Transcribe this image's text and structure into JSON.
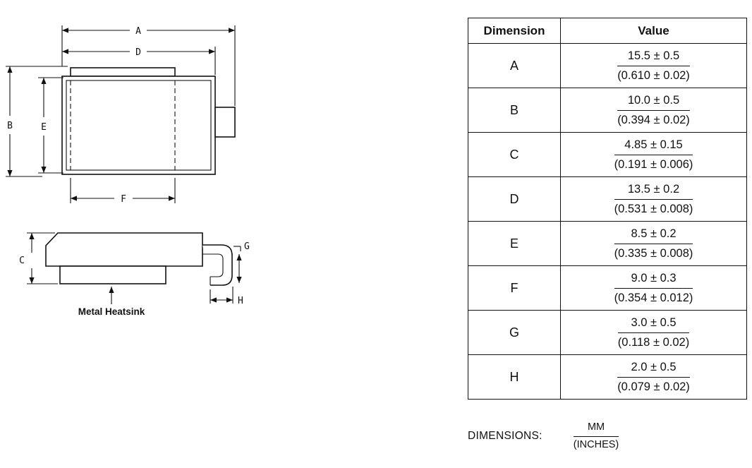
{
  "table": {
    "headers": {
      "dimension": "Dimension",
      "value": "Value"
    },
    "rows": [
      {
        "dim": "A",
        "mm": "15.5 ± 0.5",
        "inch": "(0.610 ± 0.02)"
      },
      {
        "dim": "B",
        "mm": "10.0 ± 0.5",
        "inch": "(0.394 ± 0.02)"
      },
      {
        "dim": "C",
        "mm": "4.85 ± 0.15",
        "inch": "(0.191 ± 0.006)"
      },
      {
        "dim": "D",
        "mm": "13.5 ± 0.2",
        "inch": "(0.531 ± 0.008)"
      },
      {
        "dim": "E",
        "mm": "8.5 ± 0.2",
        "inch": "(0.335 ± 0.008)"
      },
      {
        "dim": "F",
        "mm": "9.0 ± 0.3",
        "inch": "(0.354 ± 0.012)"
      },
      {
        "dim": "G",
        "mm": "3.0 ± 0.5",
        "inch": "(0.118 ± 0.02)"
      },
      {
        "dim": "H",
        "mm": "2.0 ± 0.5",
        "inch": "(0.079 ± 0.02)"
      }
    ]
  },
  "footer": {
    "label": "DIMENSIONS:",
    "numerator": "MM",
    "denominator": "(INCHES)"
  },
  "drawing": {
    "labels": {
      "A": "A",
      "B": "B",
      "C": "C",
      "D": "D",
      "E": "E",
      "F": "F",
      "G": "G",
      "H": "H"
    },
    "heatsink_label": "Metal Heatsink"
  },
  "colors": {
    "ink": "#111111",
    "background": "#ffffff"
  }
}
